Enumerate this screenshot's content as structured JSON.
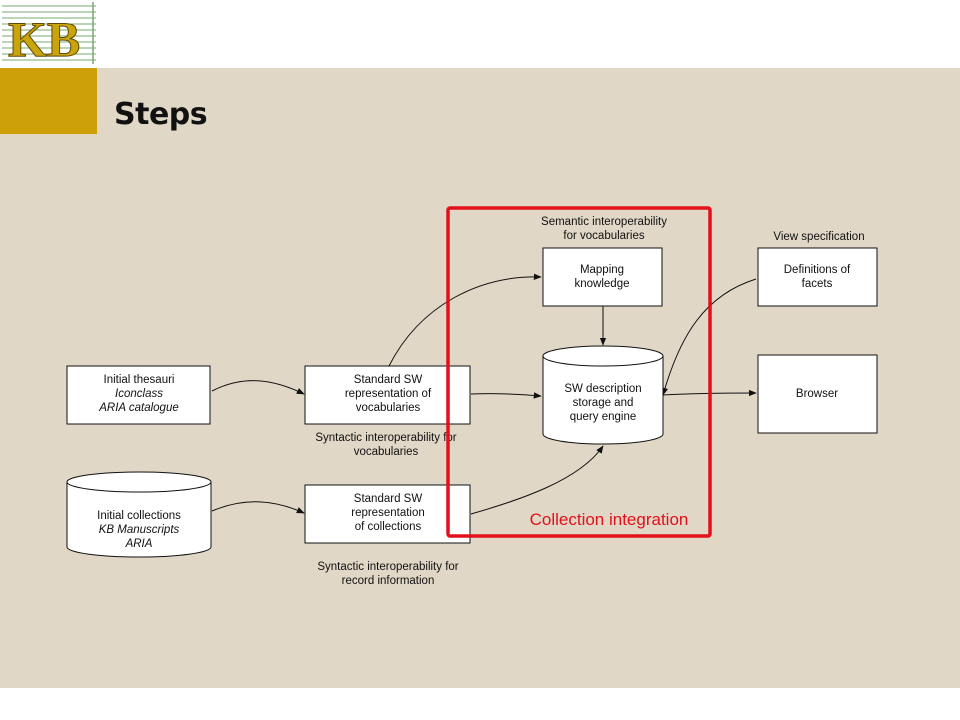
{
  "logo": {
    "text": "KB"
  },
  "title": "Steps",
  "diagram": {
    "boxes": {
      "initial_thesauri": [
        "Initial thesauri",
        "Iconclass",
        "ARIA catalogue"
      ],
      "standard_vocab": [
        "Standard SW",
        "representation of",
        "vocabularies"
      ],
      "initial_collections": [
        "Initial collections",
        "KB Manuscripts",
        "ARIA"
      ],
      "standard_coll": [
        "Standard SW",
        "representation",
        "of collections"
      ],
      "mapping": [
        "Mapping",
        "knowledge"
      ],
      "sw_description": [
        "SW description",
        "storage and",
        "query engine"
      ],
      "definitions": [
        "Definitions of",
        "facets"
      ],
      "browser": [
        "Browser"
      ]
    },
    "captions": {
      "syntactic_vocab": [
        "Syntactic interoperability for",
        "vocabularies"
      ],
      "syntactic_record": [
        "Syntactic interoperability for",
        "record information"
      ],
      "semantic": [
        "Semantic interoperability",
        "for vocabularies"
      ],
      "view_spec": [
        "View specification"
      ]
    },
    "highlight_label": "Collection integration",
    "highlight_color": "#e3101b"
  }
}
